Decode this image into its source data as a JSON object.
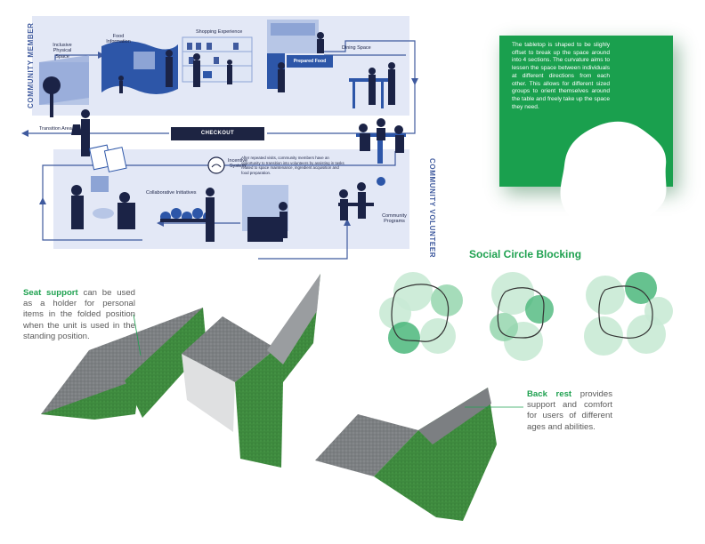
{
  "diagram": {
    "side_labels": {
      "community_member": "COMMUNITY MEMBER",
      "community_volunteer": "COMMUNITY VOLUNTEER"
    },
    "stages": {
      "inclusive_space": "Inclusive Physical Space",
      "food_information": "Food Information",
      "shopping_experience": "Shopping Experience",
      "prepared_food": "Prepared Food",
      "dining_space": "Dining Space",
      "transition_area": "Transition Area",
      "checkout": "CHECKOUT",
      "incentive_system": "Incentive System",
      "collaborative_initiatives": "Collaborative Initiatives",
      "community_programs": "Community Programs"
    },
    "volunteer_note": "After repeated visits, community members have an opportunity to transition into volunteers by assisting in tasks related to space maintenance, ingredient acquisition and food preparation."
  },
  "tabletop_card": {
    "text": "The tabletop is shaped to be slighly offset to break up the space around into 4 sections. The curvature aims to lessen the space between individuals at different directions from each other. This allows for different sized groups to orient themselves around the table and freely take up the space they need."
  },
  "social_circle": {
    "title": "Social Circle Blocking"
  },
  "callouts": {
    "seat_support": {
      "bold": "Seat support",
      "text": " can be used as a holder for personal items in the folded position when the unit is used in the standing position."
    },
    "back_rest": {
      "bold": "Back rest",
      "text": " provides support and comfort for users of different ages and abilities."
    }
  },
  "colors": {
    "brand_green": "#1fa150",
    "navy": "#1d2442",
    "flow_blue": "#3f5a9e",
    "band": "#e3e8f6"
  }
}
